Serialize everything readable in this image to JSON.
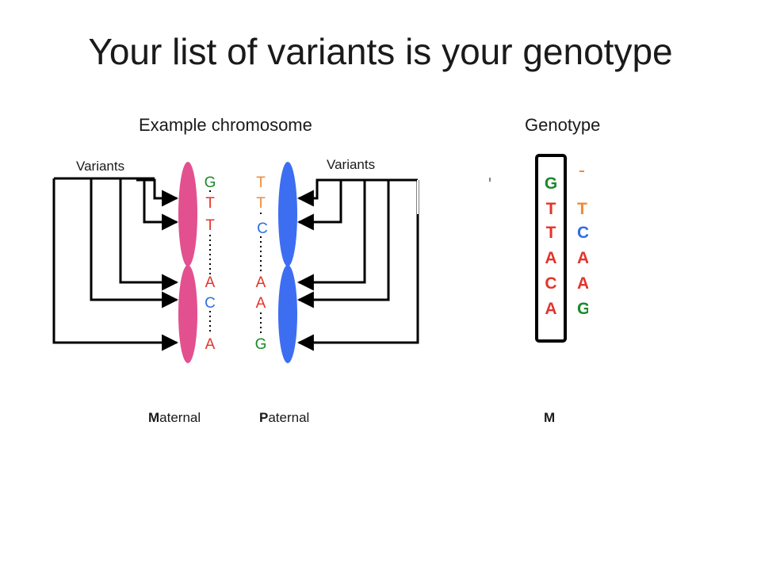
{
  "title": "Your list of variants is your genotype",
  "chromosome_heading": "Example chromosome",
  "genotype_heading": "Genotype",
  "variants_label_left": "Variants",
  "variants_label_right": "Variants",
  "maternal": {
    "initial": "M",
    "rest": "aternal"
  },
  "paternal": {
    "initial": "P",
    "rest": "aternal"
  },
  "genotype_column_label": "M",
  "colors": {
    "green": "#1a8a2a",
    "red": "#e2342b",
    "blue": "#2f6fe0",
    "maternal_chromosome": "#e3508f",
    "paternal_chromosome": "#3d6ef2",
    "orange": "#f08a3a"
  },
  "maternal_alleles": [
    "G",
    "T",
    "T",
    "A",
    "C",
    "A"
  ],
  "paternal_alleles": [
    "T",
    "T",
    "C",
    "A",
    "A",
    "G"
  ],
  "genotype_maternal": [
    "G",
    "T",
    "T",
    "A",
    "C",
    "A"
  ],
  "genotype_paternal_partial": [
    "T",
    "C",
    "A",
    "A",
    "G"
  ]
}
